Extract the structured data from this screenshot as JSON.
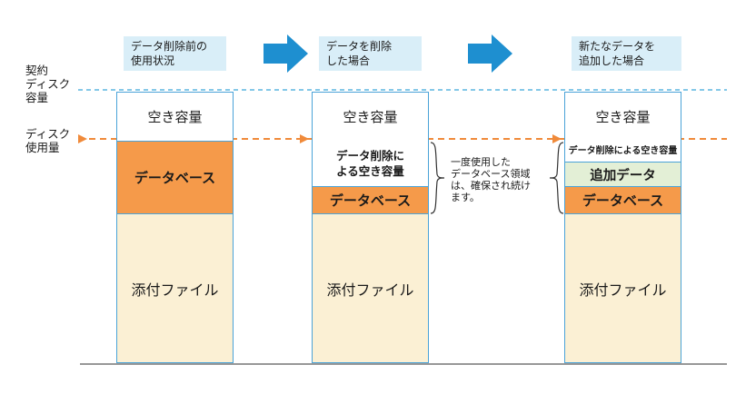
{
  "labels": {
    "contract_disk": "契約\nディスク\n容量",
    "disk_usage": "ディスク\n使用量"
  },
  "columns": [
    {
      "header": "データ削除前の\n使用状況",
      "free": "空き容量",
      "database": "データベース",
      "attachments": "添付ファイル"
    },
    {
      "header": "データを削除\nした場合",
      "free": "空き容量",
      "freed": "データ削除に\nよる空き容量",
      "database": "データベース",
      "attachments": "添付ファイル"
    },
    {
      "header": "新たなデータを\n追加した場合",
      "free": "空き容量",
      "freed": "データ削除による空き容量",
      "added": "追加データ",
      "database": "データベース",
      "attachments": "添付ファイル"
    }
  ],
  "note": "一度使用した\nデータベース領域\nは、確保され続け\nます。",
  "colors": {
    "header_bg": "#d9eef8",
    "arrow": "#1e8fd0",
    "column_border": "#4aa3d8",
    "contract_line": "#5cb6e0",
    "usage_line": "#f08a3a",
    "database": "#f59a4a",
    "attachments": "#fbf0d4",
    "added": "#e3efd6"
  }
}
